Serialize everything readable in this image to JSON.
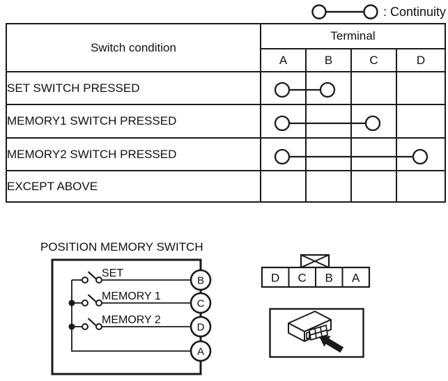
{
  "legend": {
    "label": ": Continuity"
  },
  "table": {
    "condition_header": "Switch condition",
    "terminal_header": "Terminal",
    "terminals": [
      "A",
      "B",
      "C",
      "D"
    ],
    "rows": [
      {
        "label": "SET SWITCH PRESSED",
        "continuity": [
          "A",
          "B"
        ]
      },
      {
        "label": "MEMORY1 SWITCH PRESSED",
        "continuity": [
          "A",
          "C"
        ]
      },
      {
        "label": "MEMORY2 SWITCH PRESSED",
        "continuity": [
          "A",
          "D"
        ]
      },
      {
        "label": "EXCEPT ABOVE",
        "continuity": null
      }
    ]
  },
  "circuit": {
    "title": "POSITION MEMORY SWITCH",
    "switches": [
      {
        "label": "SET",
        "terminal": "B"
      },
      {
        "label": "MEMORY 1",
        "terminal": "C"
      },
      {
        "label": "MEMORY 2",
        "terminal": "D"
      }
    ],
    "common_terminal": "A"
  },
  "connector_pinout": {
    "pins": [
      "D",
      "C",
      "B",
      "A"
    ]
  },
  "colors": {
    "line": "#1a1a1a",
    "background": "#ffffff"
  }
}
